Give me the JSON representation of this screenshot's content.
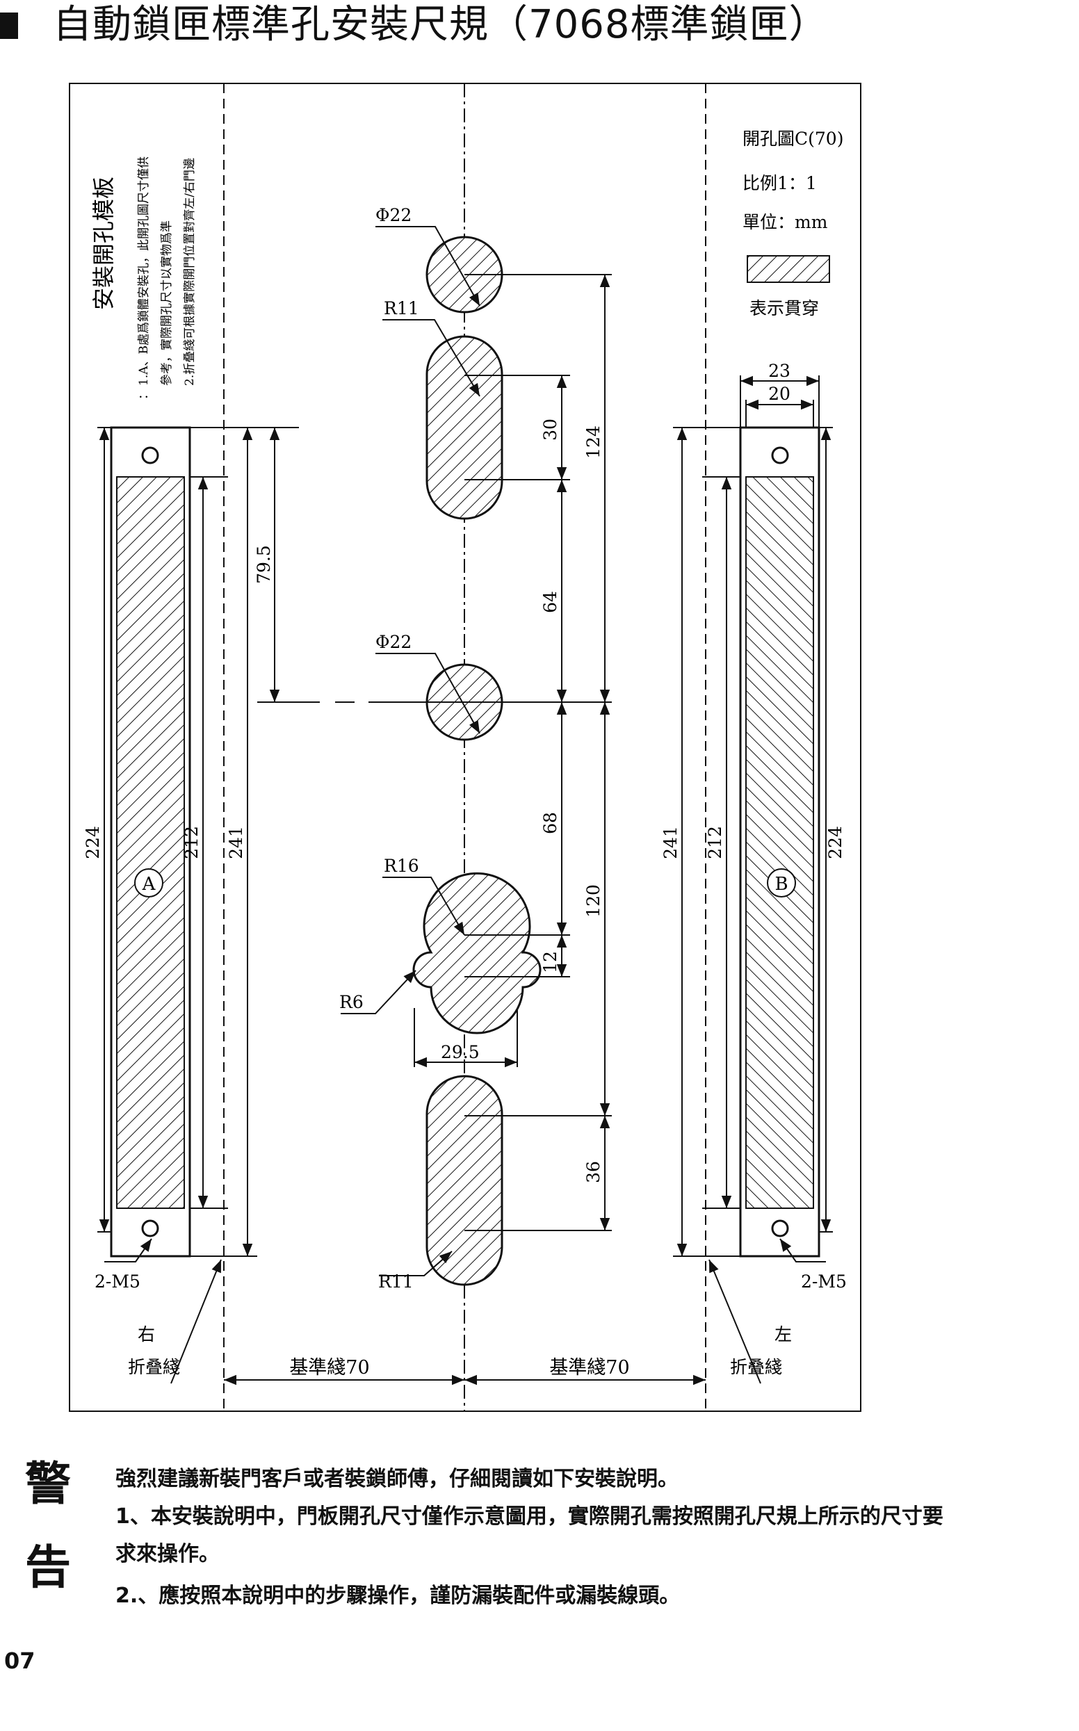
{
  "header": {
    "title": "自動鎖匣標準孔安裝尺規（7068標準鎖匣）"
  },
  "template": {
    "vertical_title": "安裝開孔模板",
    "note_colon": "：",
    "note_line1": "1.A、B處爲鎖體安裝孔，此開孔圖尺寸僅供",
    "note_line2": "參考，實際開孔尺寸以實物爲準",
    "note_line3": "2.折叠綫可根據實際開門位置對齊左/右門邊"
  },
  "legend": {
    "drawing_name": "開孔圖C(70)",
    "scale": "比例1：1",
    "unit": "單位：mm",
    "hatch_meaning": "表示貫穿"
  },
  "dimensions": {
    "phi22_top": "Φ22",
    "r11_top": "R11",
    "d30": "30",
    "d124": "124",
    "d79_5": "79.5",
    "d64": "64",
    "phi22_mid": "Φ22",
    "d68": "68",
    "d120": "120",
    "r16": "R16",
    "d12": "12",
    "r6": "R6",
    "d29_5": "29.5",
    "d36": "36",
    "r11_bottom": "R11",
    "left_224": "224",
    "left_212": "212",
    "left_241": "241",
    "right_241": "241",
    "right_212": "212",
    "right_224": "224",
    "d23": "23",
    "d20": "20",
    "m5_left": "2-M5",
    "m5_right": "2-M5"
  },
  "markers": {
    "a": "A",
    "b": "B"
  },
  "fold_lines": {
    "right_top": "右",
    "right_bottom": "折叠綫",
    "left_top": "左",
    "left_bottom": "折叠綫"
  },
  "baselines": {
    "left": "基準綫70",
    "right": "基準綫70"
  },
  "warning": {
    "char1": "警",
    "char2": "告",
    "line1": "強烈建議新裝門客戶或者裝鎖師傅，仔細閱讀如下安裝說明。",
    "line2": "1、本安裝說明中，門板開孔尺寸僅作示意圖用，實際開孔需按照開孔尺規上所示的尺寸要",
    "line3": "求來操作。",
    "line4": "2.、應按照本說明中的步驟操作，謹防漏裝配件或漏裝線頭。"
  },
  "page_number": "07",
  "colors": {
    "ink": "#111111",
    "paper": "#ffffff"
  }
}
